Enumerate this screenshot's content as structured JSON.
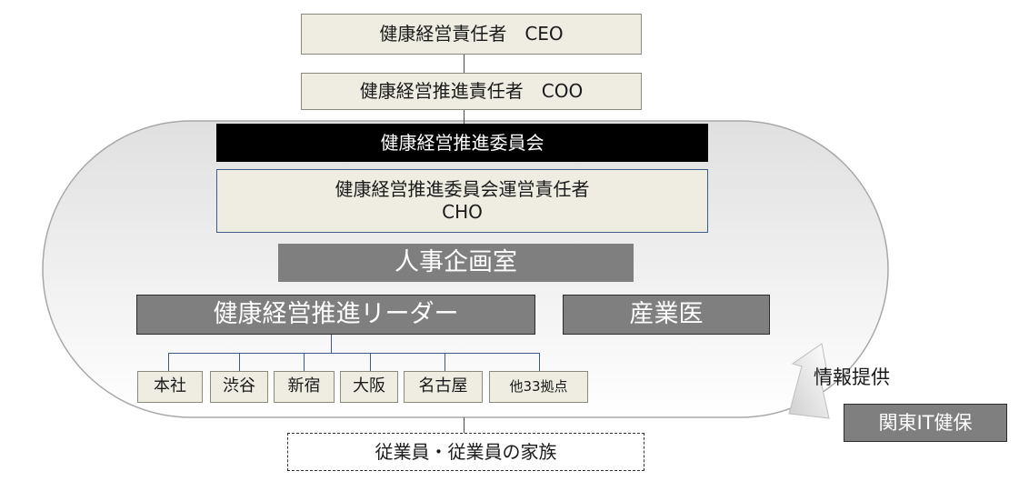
{
  "org": {
    "ceo": "健康経営責任者　CEO",
    "coo": "健康経営推進責任者　COO",
    "committee": "健康経営推進委員会",
    "committee_manager_line1": "健康経営推進委員会運営責任者",
    "committee_manager_line2": "CHO",
    "hr_office": "人事企画室",
    "leaders": "健康経営推進リーダー",
    "industrial_doctor": "産業医",
    "sites": [
      "本社",
      "渋谷",
      "新宿",
      "大阪",
      "名古屋",
      "他33拠点"
    ],
    "employees": "従業員・従業員の家族",
    "info_label": "情報提供",
    "insurer": "関東IT健保"
  },
  "colors": {
    "beige": "#efede2",
    "dark_grey": "#7f7f7f",
    "black": "#000000",
    "blob_gradient_top": "#e3e3e3",
    "blob_gradient_bottom": "#ffffff"
  }
}
